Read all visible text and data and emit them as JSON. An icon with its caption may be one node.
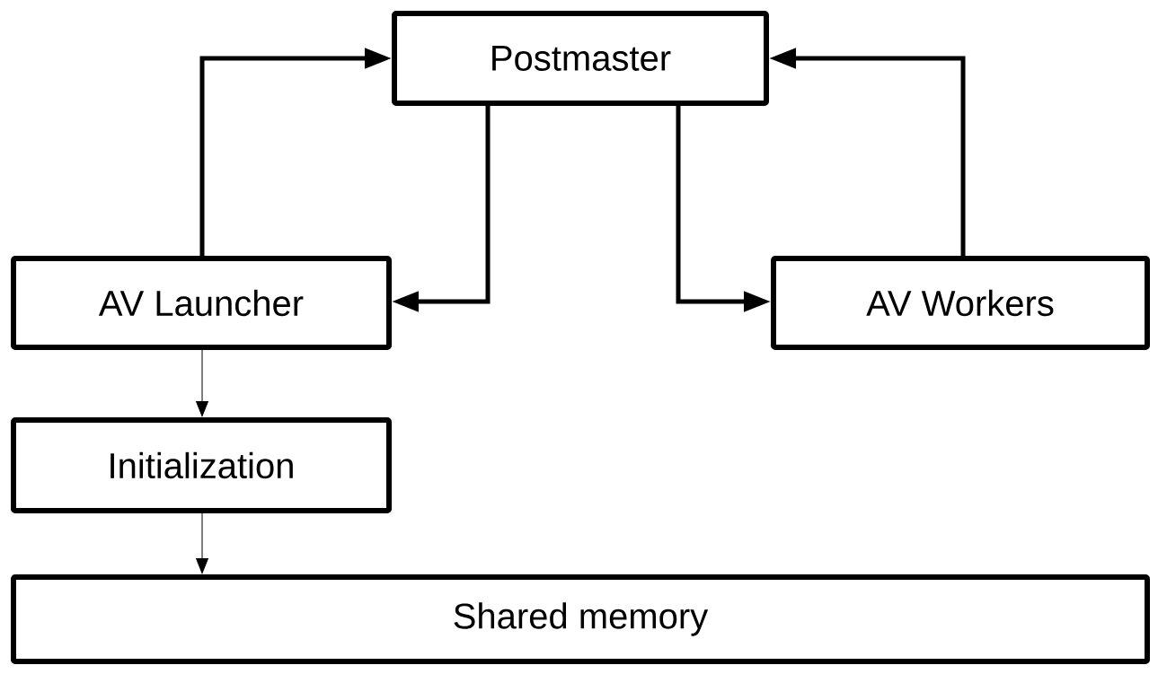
{
  "diagram": {
    "nodes": [
      {
        "text": [
          "Postmaster"
        ]
      },
      {
        "text": [
          "AV Launcher"
        ]
      },
      {
        "text": [
          "AV Workers"
        ]
      },
      {
        "text": [
          "Initialization"
        ]
      },
      {
        "text": [
          "Shared memory"
        ]
      }
    ],
    "edges": [
      {
        "from": 1,
        "to": 0,
        "arrow": "to"
      },
      {
        "from": 0,
        "to": 1,
        "arrow": "to"
      },
      {
        "from": 0,
        "to": 2,
        "arrow": "to"
      },
      {
        "from": 2,
        "to": 0,
        "arrow": "to"
      },
      {
        "from": 1,
        "to": 3,
        "arrow": "to"
      },
      {
        "from": 3,
        "to": 4,
        "arrow": "to"
      }
    ]
  }
}
